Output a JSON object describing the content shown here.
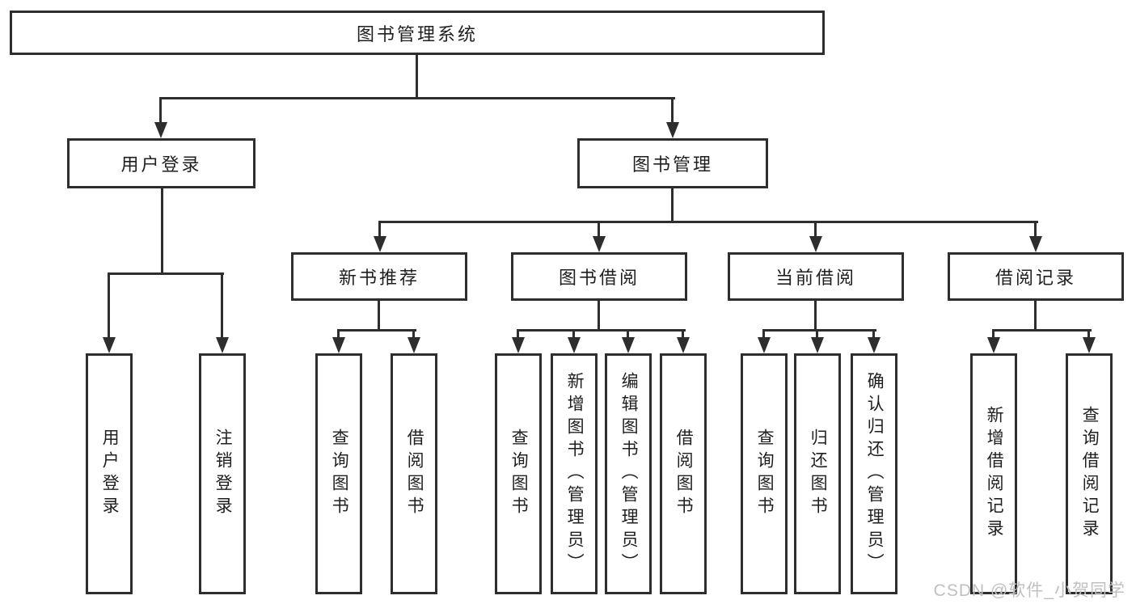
{
  "diagram": {
    "root": {
      "label": "图书管理系统"
    },
    "branches": [
      {
        "label": "用户登录",
        "children": [
          "用户登录",
          "注销登录"
        ]
      },
      {
        "label": "图书管理",
        "groups": [
          {
            "label": "新书推荐",
            "children": [
              "查询图书",
              "借阅图书"
            ]
          },
          {
            "label": "图书借阅",
            "children": [
              "查询图书",
              "新增图书（管理员）",
              "编辑图书（管理员）",
              "借阅图书"
            ]
          },
          {
            "label": "当前借阅",
            "children": [
              "查询图书",
              "归还图书",
              "确认归还（管理员）"
            ]
          },
          {
            "label": "借阅记录",
            "children": [
              "新增借阅记录",
              "查询借阅记录"
            ]
          }
        ]
      }
    ]
  },
  "watermark": {
    "label": "CSDN @软件_小贺同学"
  },
  "colors": {
    "line": "#2e2e2e",
    "text": "#1f1f1f",
    "box_background": "#ffffff",
    "watermark": "#c0c0c0"
  }
}
